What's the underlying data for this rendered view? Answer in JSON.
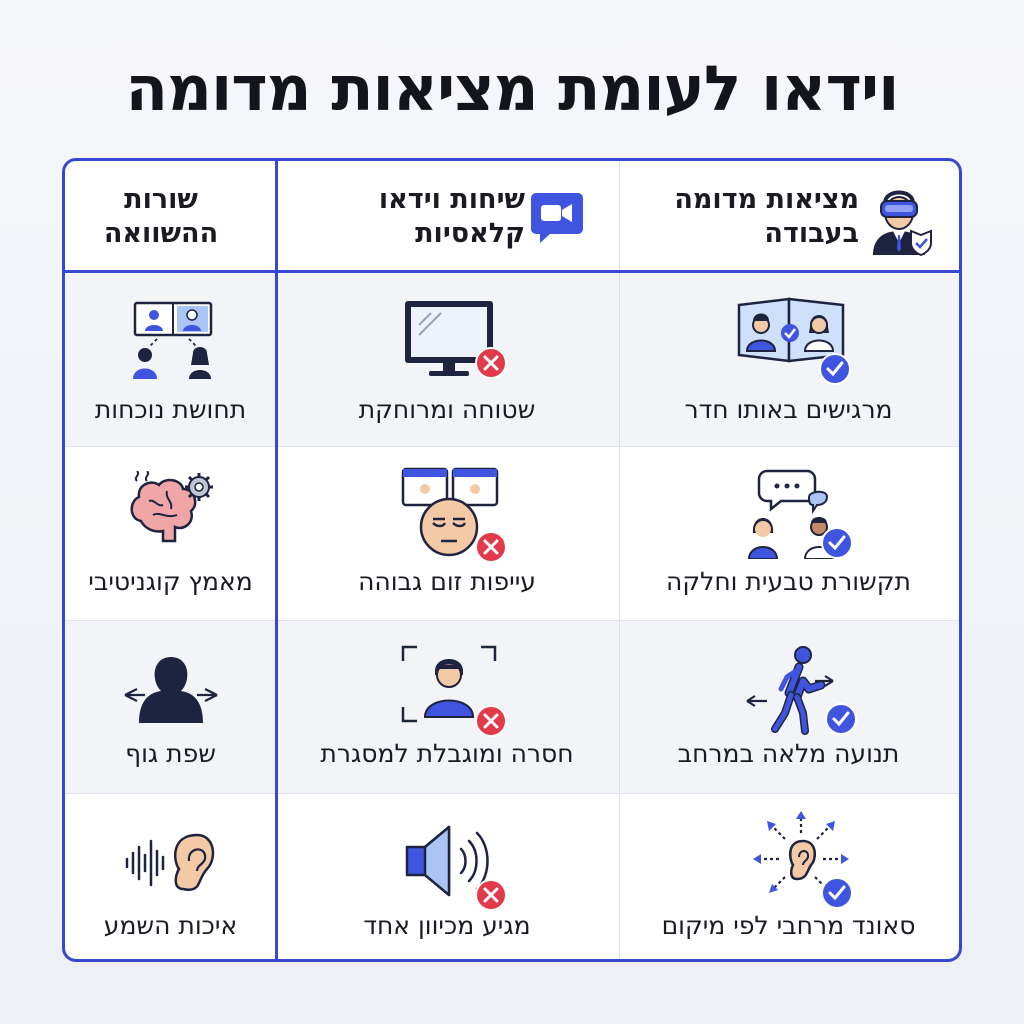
{
  "title": "וידאו לעומת מציאות מדומה",
  "headers": {
    "label_col": {
      "line1": "שורות",
      "line2": "ההשוואה"
    },
    "classic_col": {
      "line1": "שיחות וידאו",
      "line2": "קלאסיות",
      "icon": "video-chat-icon"
    },
    "vr_col": {
      "line1": "מציאות מדומה",
      "line2": "בעבודה",
      "icon": "vr-headset-user-icon"
    }
  },
  "rows": [
    {
      "label": "תחושת נוכחות",
      "classic": "שטוחה ומרוחקת",
      "vr": "מרגישים באותו חדר",
      "label_icon": "video-call-people-icon",
      "classic_icon": "monitor-icon",
      "vr_icon": "shared-room-icon"
    },
    {
      "label": "מאמץ קוגניטיבי",
      "classic": "עייפות זום גבוהה",
      "vr": "תקשורת טבעית וחלקה",
      "label_icon": "brain-gear-icon",
      "classic_icon": "tired-face-icon",
      "vr_icon": "conversation-icon"
    },
    {
      "label": "שפת גוף",
      "classic": "חסרה ומוגבלת למסגרת",
      "vr": "תנועה מלאה במרחב",
      "label_icon": "body-silhouette-icon",
      "classic_icon": "framed-person-icon",
      "vr_icon": "walking-person-icon"
    },
    {
      "label": "איכות השמע",
      "classic": "מגיע מכיוון אחד",
      "vr": "סאונד מרחבי לפי מיקום",
      "label_icon": "ear-soundwave-icon",
      "classic_icon": "speaker-icon",
      "vr_icon": "spatial-ear-icon"
    }
  ],
  "colors": {
    "accent": "#3848d0",
    "accent_fill": "#3f55e0",
    "cross": "#e23a4a",
    "check": "#3f55e0"
  }
}
